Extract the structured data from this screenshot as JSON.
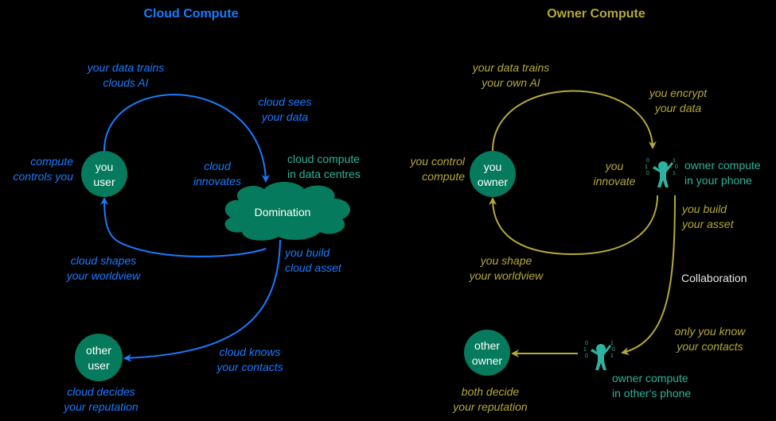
{
  "colors": {
    "background": "#000000",
    "cloud_accent": "#1a7bff",
    "owner_accent": "#b5a93a",
    "node_fill": "#067a5c",
    "compute_label": "#2db39a",
    "person_icon": "#2db3a0",
    "neutral_text": "#e6e6e6"
  },
  "cloud": {
    "title": "Cloud Compute",
    "you_node": [
      "you",
      "user"
    ],
    "other_node": [
      "other",
      "user"
    ],
    "cloud_node": "Domination",
    "compute_label": [
      "cloud compute",
      "in data centres"
    ],
    "labels": {
      "data_trains": [
        "your data trains",
        "clouds AI"
      ],
      "sees_data": [
        "cloud sees",
        "your data"
      ],
      "controls": [
        "compute",
        "controls you"
      ],
      "innovates": [
        "cloud",
        "innovates"
      ],
      "shapes": [
        "cloud shapes",
        "your worldview"
      ],
      "build_asset": [
        "you build",
        "cloud asset"
      ],
      "knows_contacts": [
        "cloud knows",
        "your contacts"
      ],
      "reputation": [
        "cloud decides",
        "your reputation"
      ]
    }
  },
  "owner": {
    "title": "Owner Compute",
    "you_node": [
      "you",
      "owner"
    ],
    "other_node": [
      "other",
      "owner"
    ],
    "phone_label": [
      "owner compute",
      "in your phone"
    ],
    "other_phone_label": [
      "owner compute",
      "in other's phone"
    ],
    "collaboration": "Collaboration",
    "binary_digits_left": [
      "0",
      "1",
      "0"
    ],
    "binary_digits_right": [
      "1",
      "0",
      "1"
    ],
    "labels": {
      "data_trains": [
        "your data trains",
        "your own AI"
      ],
      "encrypt": [
        "you encrypt",
        "your data"
      ],
      "control": [
        "you control",
        "compute"
      ],
      "innovate": [
        "you",
        "innovate"
      ],
      "shape": [
        "you shape",
        "your worldview"
      ],
      "build_asset": [
        "you build",
        "your asset"
      ],
      "know_contacts": [
        "only you know",
        "your contacts"
      ],
      "reputation": [
        "both decide",
        "your reputation"
      ]
    }
  }
}
